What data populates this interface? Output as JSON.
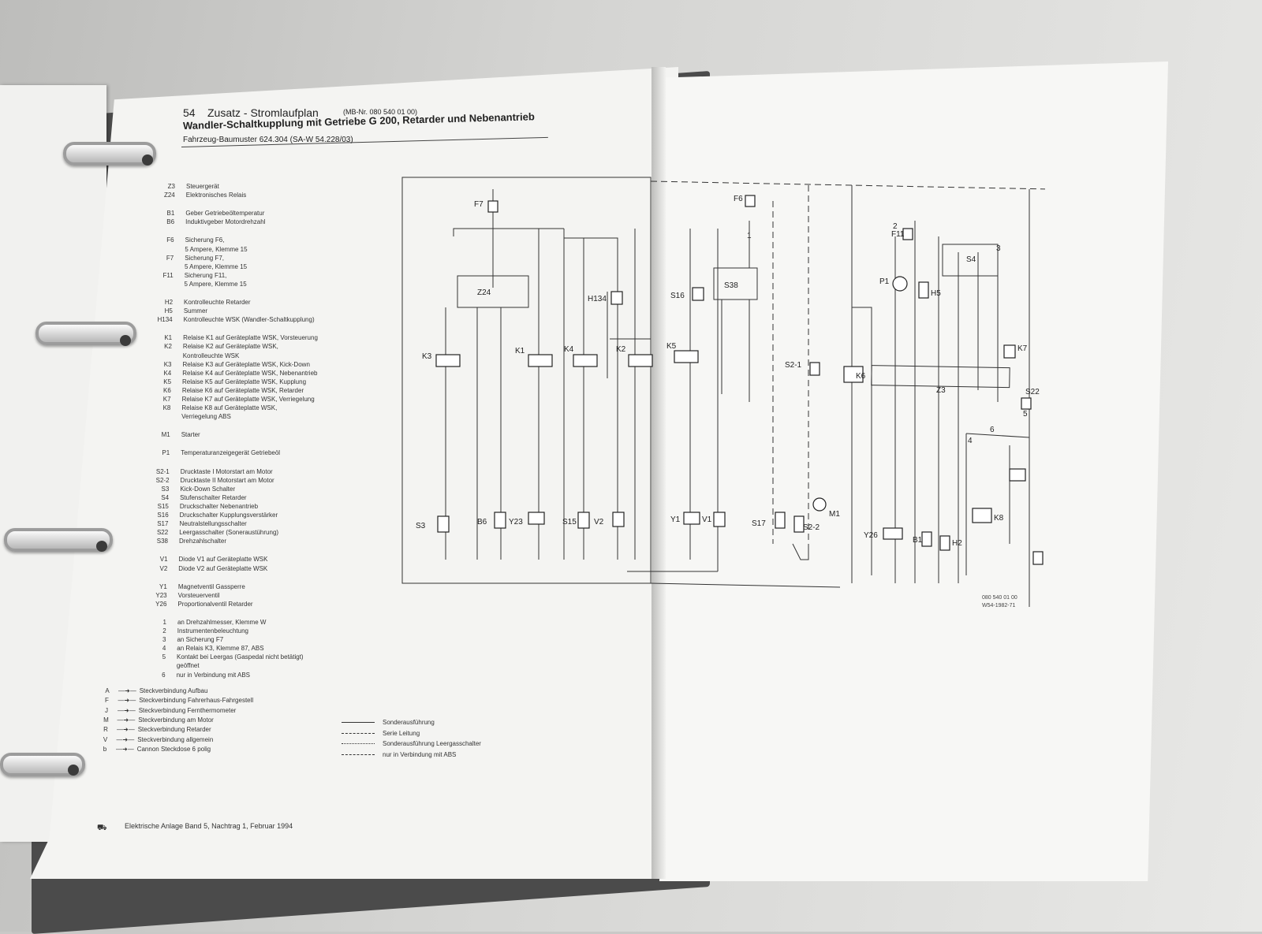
{
  "header": {
    "number": "54",
    "title": "Zusatz - Stromlaufplan",
    "mb_number": "(MB-Nr. 080 540 01 00)",
    "subtitle": "Wandler-Schaltkupplung mit Getriebe G 200, Retarder und Nebenantrieb",
    "model": "Fahrzeug-Baumuster 624.304 (SA-W 54.228/03)"
  },
  "legend": [
    {
      "code": "Z3",
      "text": "Steuergerät"
    },
    {
      "code": "Z24",
      "text": "Elektronisches Relais"
    },
    {
      "code": "B1",
      "text": "Geber Getriebeöltemperatur"
    },
    {
      "code": "B6",
      "text": "Induktivgeber Motordrehzahl"
    },
    {
      "code": "F6",
      "text": "Sicherung F6,"
    },
    {
      "code": "",
      "text": "5 Ampere, Klemme 15"
    },
    {
      "code": "F7",
      "text": "Sicherung F7,"
    },
    {
      "code": "",
      "text": "5 Ampere, Klemme 15"
    },
    {
      "code": "F11",
      "text": "Sicherung F11,"
    },
    {
      "code": "",
      "text": "5 Ampere, Klemme 15"
    },
    {
      "code": "H2",
      "text": "Kontrolleuchte Retarder"
    },
    {
      "code": "H5",
      "text": "Summer"
    },
    {
      "code": "H134",
      "text": "Kontrolleuchte WSK (Wandler-Schaltkupplung)"
    },
    {
      "code": "K1",
      "text": "Relaise K1 auf Geräteplatte WSK, Vorsteuerung"
    },
    {
      "code": "K2",
      "text": "Relaise K2 auf Geräteplatte WSK,"
    },
    {
      "code": "",
      "text": "Kontrolleuchte WSK"
    },
    {
      "code": "K3",
      "text": "Relaise K3 auf Geräteplatte WSK, Kick-Down"
    },
    {
      "code": "K4",
      "text": "Relaise K4 auf Geräteplatte WSK, Nebenantrieb"
    },
    {
      "code": "K5",
      "text": "Relaise K5 auf Geräteplatte WSK, Kupplung"
    },
    {
      "code": "K6",
      "text": "Relaise K6 auf Geräteplatte WSK, Retarder"
    },
    {
      "code": "K7",
      "text": "Relaise K7 auf Geräteplatte WSK, Verriegelung"
    },
    {
      "code": "K8",
      "text": "Relaise K8 auf Geräteplatte WSK,"
    },
    {
      "code": "",
      "text": "Verriegelung ABS"
    },
    {
      "code": "M1",
      "text": "Starter"
    },
    {
      "code": "P1",
      "text": "Temperaturanzeigegerät Getriebeöl"
    },
    {
      "code": "S2-1",
      "text": "Drucktaste I Motorstart am Motor"
    },
    {
      "code": "S2-2",
      "text": "Drucktaste II Motorstart am Motor"
    },
    {
      "code": "S3",
      "text": "Kick-Down Schalter"
    },
    {
      "code": "S4",
      "text": "Stufenschalter Retarder"
    },
    {
      "code": "S15",
      "text": "Druckschalter Nebenantrieb"
    },
    {
      "code": "S16",
      "text": "Druckschalter Kupplungsverstärker"
    },
    {
      "code": "S17",
      "text": "Neutralstellungsschalter"
    },
    {
      "code": "S22",
      "text": "Leergasschalter (Soneraustührung)"
    },
    {
      "code": "S38",
      "text": "Drehzahlschalter"
    },
    {
      "code": "V1",
      "text": "Diode V1 auf Geräteplatte WSK"
    },
    {
      "code": "V2",
      "text": "Diode V2 auf Geräteplatte WSK"
    },
    {
      "code": "Y1",
      "text": "Magnetventil Gassperre"
    },
    {
      "code": "Y23",
      "text": "Vorsteuerventil"
    },
    {
      "code": "Y26",
      "text": "Proportionalventil Retarder"
    },
    {
      "code": "1",
      "text": "an Drehzahlmesser, Klemme W"
    },
    {
      "code": "2",
      "text": "Instrumentenbeleuchtung"
    },
    {
      "code": "3",
      "text": "an Sicherung F7"
    },
    {
      "code": "4",
      "text": "an Relais K3, Klemme 87, ABS"
    },
    {
      "code": "5",
      "text": "Kontakt bei Leergas (Gaspedal nicht betätigt)"
    },
    {
      "code": "",
      "text": "geöffnet"
    },
    {
      "code": "6",
      "text": "nur in Verbindung mit ABS"
    }
  ],
  "connectors": [
    {
      "code": "A",
      "text": "Steckverbindung Aufbau"
    },
    {
      "code": "F",
      "text": "Steckverbindung Fahrerhaus-Fahrgestell"
    },
    {
      "code": "J",
      "text": "Steckverbindung Fernthermometer"
    },
    {
      "code": "M",
      "text": "Steckverbindung am Motor"
    },
    {
      "code": "R",
      "text": "Steckverbindung Retarder"
    },
    {
      "code": "V",
      "text": "Steckverbindung allgemein"
    },
    {
      "code": "b",
      "text": "Cannon Steckdose 6 polig"
    }
  ],
  "line_legend": [
    {
      "style": "solid",
      "text": "Sonderausführung"
    },
    {
      "style": "dashed",
      "text": "Serie Leitung"
    },
    {
      "style": "dotted",
      "text": "Sonderausführung Leergasschalter"
    },
    {
      "style": "dashdot",
      "text": "nur in Verbindung mit ABS"
    }
  ],
  "schematic": {
    "labels": [
      "F7",
      "F6",
      "F11",
      "Z24",
      "S38",
      "S16",
      "H134",
      "P1",
      "H5",
      "S4",
      "K3",
      "K1",
      "K4",
      "K2",
      "K5",
      "K6",
      "K7",
      "Z3",
      "S22",
      "S2-1",
      "S3",
      "B6",
      "Y23",
      "S15",
      "V2",
      "Y1",
      "V1",
      "S17",
      "S2-2",
      "M1",
      "Y26",
      "B1",
      "H2",
      "K8",
      "1",
      "2",
      "3",
      "4",
      "5",
      "6"
    ],
    "drawing_code_1": "080 540 01 00",
    "drawing_code_2": "W54-1982-71"
  },
  "footer": {
    "text": "Elektrische Anlage Band 5, Nachtrag 1, Februar 1994",
    "icon": "truck-icon"
  }
}
